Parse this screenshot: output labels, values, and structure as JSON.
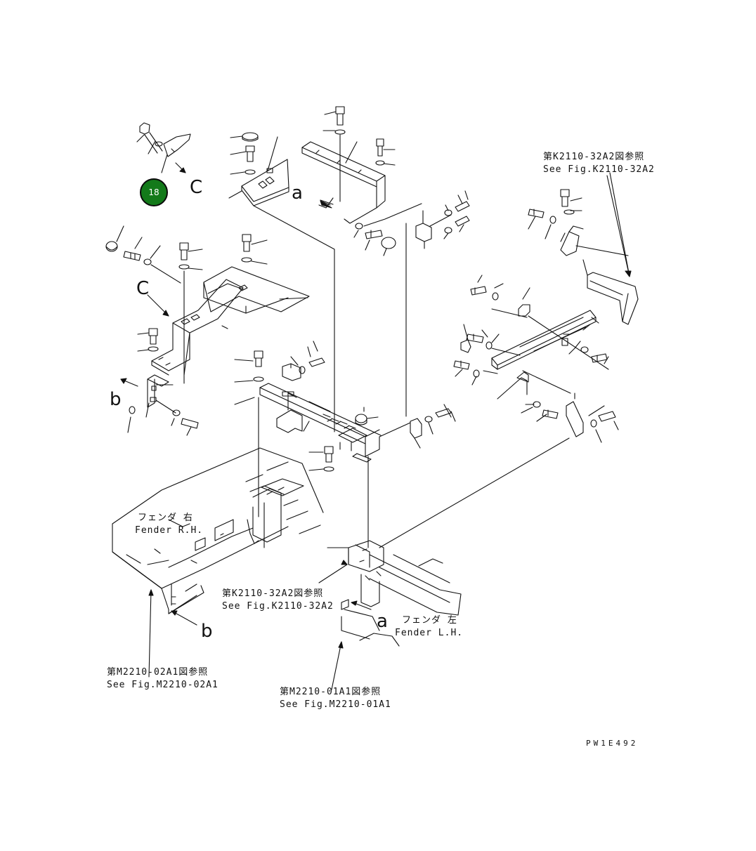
{
  "badge": {
    "number": "18",
    "color": "#137a1a"
  },
  "view_letters": {
    "c_top": "C",
    "c_left": "C",
    "a_top": "a",
    "a_bottom": "a",
    "b_left": "b",
    "b_bottom": "b"
  },
  "references": {
    "k2110_top": {
      "jp": "第K2110-32A2図参照",
      "en": "See Fig.K2110-32A2"
    },
    "k2110_center": {
      "jp": "第K2110-32A2図参照",
      "en": "See Fig.K2110-32A2"
    },
    "m2210_02": {
      "jp": "第M2210-02A1図参照",
      "en": "See Fig.M2210-02A1"
    },
    "m2210_01": {
      "jp": "第M2210-01A1図参照",
      "en": "See Fig.M2210-01A1"
    }
  },
  "parts": {
    "fender_rh": {
      "jp": "フェンダ 右",
      "en": "Fender R.H."
    },
    "fender_lh": {
      "jp": "フェンダ 左",
      "en": "Fender L.H."
    }
  },
  "drawing_code": "PW1E492"
}
